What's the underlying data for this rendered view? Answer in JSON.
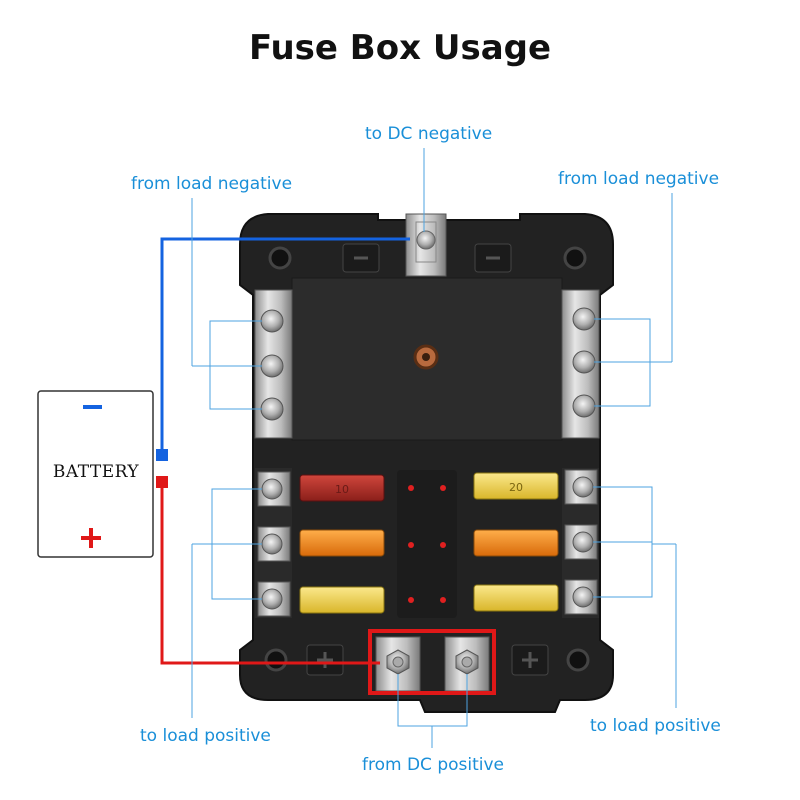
{
  "title": "Fuse Box Usage",
  "labels": {
    "to_dc_negative": "to DC negative",
    "from_load_negative_left": "from load negative",
    "from_load_negative_right": "from load negative",
    "to_load_positive_left": "to load positive",
    "to_load_positive_right": "to load positive",
    "from_dc_positive": "from DC positive"
  },
  "battery": {
    "label": "BATTERY",
    "negative_symbol": "−",
    "positive_symbol": "+"
  },
  "fuses": [
    {
      "color": "red",
      "label": "10"
    },
    {
      "color": "orange",
      "label": ""
    },
    {
      "color": "yellow",
      "label": ""
    },
    {
      "color": "yellow",
      "label": "20"
    },
    {
      "color": "orange",
      "label": ""
    },
    {
      "color": "yellow",
      "label": ""
    }
  ],
  "colors": {
    "label_blue": "#1a8fd8",
    "negative_wire": "#1463e0",
    "positive_wire": "#e01818",
    "box_body": "#252525",
    "fuse_red": "#b5302a",
    "fuse_orange": "#f08a1c",
    "fuse_yellow": "#f0d24a",
    "terminal_metal": "#c8c8c8"
  }
}
